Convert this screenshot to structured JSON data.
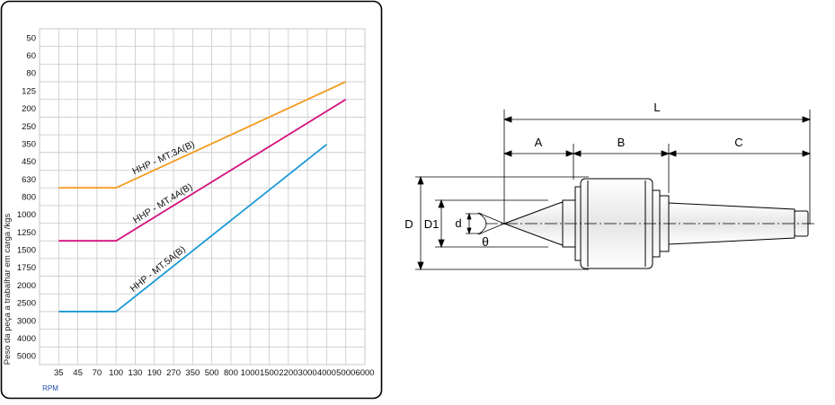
{
  "chart_data": {
    "type": "line",
    "xlabel": "RPM",
    "ylabel": "Peso da peça a trabalhar em carga /kgs",
    "x_ticks": [
      "35",
      "45",
      "70",
      "100",
      "130",
      "190",
      "270",
      "350",
      "500",
      "800",
      "1000",
      "1500",
      "2200",
      "3000",
      "4000",
      "5000",
      "6000"
    ],
    "y_ticks": [
      "50",
      "60",
      "80",
      "125",
      "200",
      "250",
      "350",
      "450",
      "630",
      "800",
      "1000",
      "1250",
      "1500",
      "1750",
      "2000",
      "2500",
      "3000",
      "4000",
      "5000"
    ],
    "grid": true,
    "series": [
      {
        "name": "HHP - MT.3A(B)",
        "color": "#f39a1e",
        "points": [
          [
            "35",
            630
          ],
          [
            "100",
            630
          ],
          [
            "5000",
            80
          ]
        ]
      },
      {
        "name": "HHP - MT.4A(B)",
        "color": "#d4127e",
        "points": [
          [
            "35",
            1250
          ],
          [
            "100",
            1250
          ],
          [
            "5000",
            125
          ]
        ]
      },
      {
        "name": "HHP - MT.5A(B)",
        "color": "#1a9ad6",
        "points": [
          [
            "35",
            2500
          ],
          [
            "100",
            2500
          ],
          [
            "4000",
            300
          ]
        ]
      }
    ]
  },
  "drawing": {
    "labels": {
      "L": "L",
      "A": "A",
      "B": "B",
      "C": "C",
      "D": "D",
      "D1": "D1",
      "d": "d",
      "theta": "θ"
    }
  }
}
